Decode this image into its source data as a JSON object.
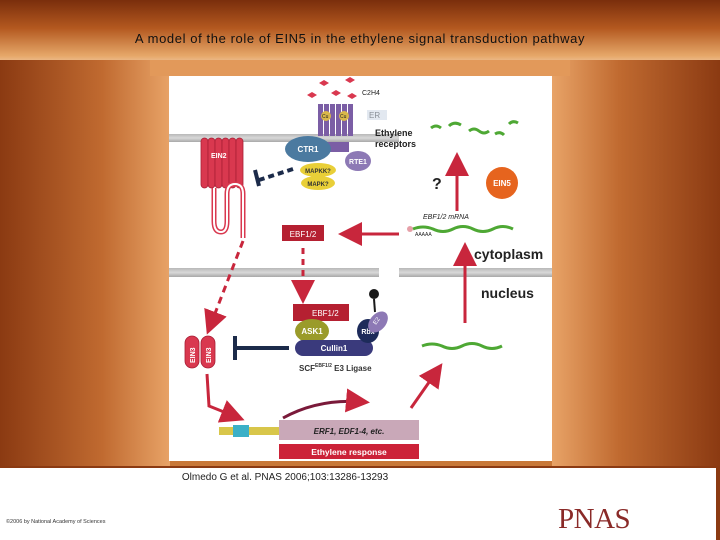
{
  "slide": {
    "title": "A model of the role of EIN5 in the ethylene signal transduction pathway",
    "citation": "Olmedo G et al. PNAS 2006;103:13286-13293",
    "copyright": "©2006 by National Academy of Sciences",
    "logo_text": "PNAS"
  },
  "diagram": {
    "c2h4": "C2H4",
    "er": "ER",
    "cu": "Cu",
    "ethylene_receptors": [
      "Ethylene",
      "receptors"
    ],
    "ctr1": "CTR1",
    "rte1": "RTE1",
    "mapkk": "MAPKK?",
    "mapk": "MAPK?",
    "ein2": "EIN2",
    "question": "?",
    "ein5": "EIN5",
    "ebf_mrna": "EBF1/2 mRNA",
    "poly_a": "AAAAA",
    "ebf_cytoplasm": "EBF1/2",
    "cytoplasm": "cytoplasm",
    "nucleus": "nucleus",
    "ebf_nucleus": "EBF1/2",
    "ask1": "ASK1",
    "rbx": "Rbx",
    "e2": "E2",
    "cullin1": "Cullin1",
    "scf_prefix": "SCF",
    "scf_super": "EBF1/2",
    "scf_suffix": " E3 Ligase",
    "ein3": "EIN3",
    "genes": "ERF1, EDF1-4, etc.",
    "ethylene_response": "Ethylene response"
  },
  "colors": {
    "background_brown": "#8a3c12",
    "ein2_red": "#d9384f",
    "arrow_red": "#c8263c",
    "ctr1_blue": "#4b7aa0",
    "rte1_purple": "#8d79b5",
    "mapk_yellow": "#e9cf38",
    "ein5_orange": "#e6641e",
    "rna_green": "#4ea834",
    "cullin_navy": "#3a3a7c",
    "ask1_olive": "#9a9b2a",
    "response_red": "#cc2238"
  }
}
